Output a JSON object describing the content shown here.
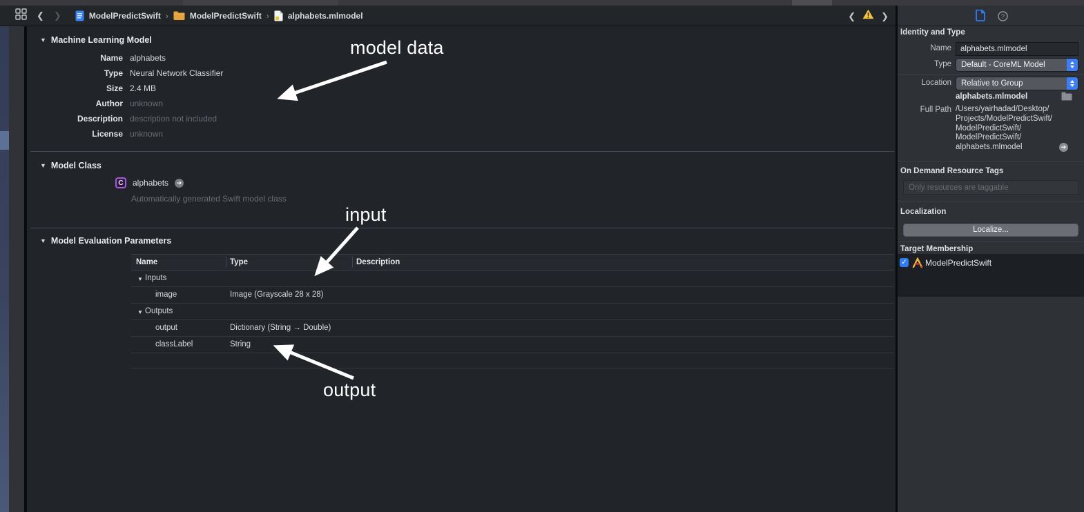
{
  "jump_bar": {
    "breadcrumb": {
      "separator": "›",
      "item1": "ModelPredictSwift",
      "item2": "ModelPredictSwift",
      "item3": "alphabets.mlmodel"
    }
  },
  "editor": {
    "ml_model": {
      "title": "Machine Learning Model",
      "rows": [
        {
          "label": "Name",
          "value": "alphabets"
        },
        {
          "label": "Type",
          "value": "Neural Network Classifier"
        },
        {
          "label": "Size",
          "value": "2.4 MB"
        },
        {
          "label": "Author",
          "value": "unknown"
        },
        {
          "label": "Description",
          "value": "description not included"
        },
        {
          "label": "License",
          "value": "unknown"
        }
      ]
    },
    "model_class": {
      "title": "Model Class",
      "badge": "C",
      "class_name": "alphabets",
      "subtitle": "Automatically generated Swift model class"
    },
    "eval_params": {
      "title": "Model Evaluation Parameters",
      "columns": {
        "name": "Name",
        "type": "Type",
        "description": "Description"
      },
      "rows": [
        {
          "name": "Inputs",
          "type": ""
        },
        {
          "name": "image",
          "type": "Image (Grayscale 28 x 28)"
        },
        {
          "name": "Outputs",
          "type": ""
        },
        {
          "name": "output",
          "type": "Dictionary (String → Double)"
        },
        {
          "name": "classLabel",
          "type": "String"
        }
      ]
    },
    "annotations": {
      "model_data": "model data",
      "input": "input",
      "output": "output"
    }
  },
  "inspector": {
    "identity": {
      "title": "Identity and Type",
      "name_label": "Name",
      "name_value": "alphabets.mlmodel",
      "type_label": "Type",
      "type_value": "Default - CoreML Model",
      "location_label": "Location",
      "location_value": "Relative to Group",
      "file_name": "alphabets.mlmodel",
      "full_path_label": "Full Path",
      "full_path_lines": [
        "/Users/yairhadad/Desktop/",
        "Projects/ModelPredictSwift/",
        "ModelPredictSwift/",
        "ModelPredictSwift/",
        "alphabets.mlmodel"
      ]
    },
    "odr": {
      "title": "On Demand Resource Tags",
      "placeholder": "Only resources are taggable"
    },
    "localization": {
      "title": "Localization",
      "button": "Localize..."
    },
    "target_membership": {
      "title": "Target Membership",
      "target": "ModelPredictSwift"
    }
  }
}
